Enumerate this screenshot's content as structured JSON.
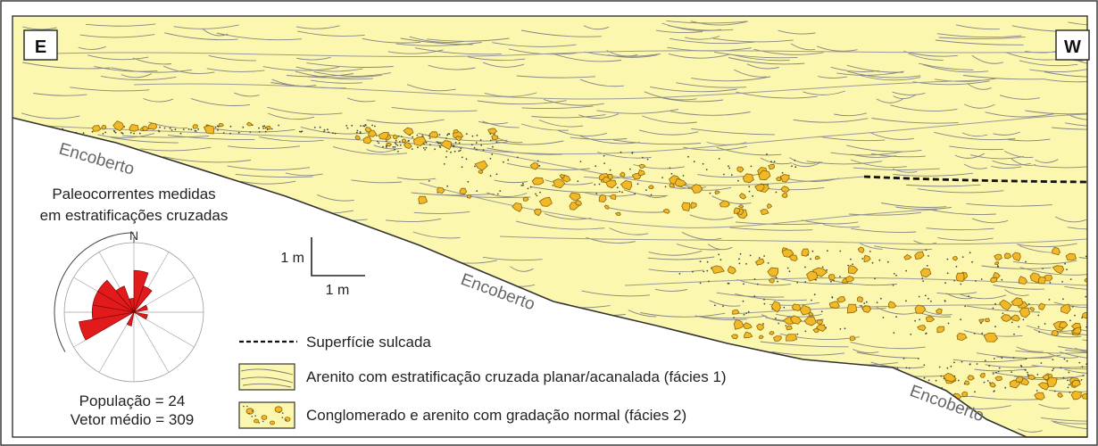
{
  "labels": {
    "east": "E",
    "west": "W",
    "covered": [
      "Encoberto",
      "Encoberto",
      "Encoberto"
    ]
  },
  "rose": {
    "title_line1": "Paleocorrentes medidas",
    "title_line2": "em estratificações cruzadas",
    "north": "N",
    "population": "População = 24",
    "mean_vector": "Vetor médio = 309",
    "petals": [
      {
        "azimuth": 10,
        "count": 3
      },
      {
        "azimuth": 30,
        "count": 2
      },
      {
        "azimuth": 70,
        "count": 1
      },
      {
        "azimuth": 110,
        "count": 1
      },
      {
        "azimuth": 200,
        "count": 1
      },
      {
        "azimuth": 250,
        "count": 4
      },
      {
        "azimuth": 270,
        "count": 3
      },
      {
        "azimuth": 290,
        "count": 3
      },
      {
        "azimuth": 310,
        "count": 3
      },
      {
        "azimuth": 330,
        "count": 2
      },
      {
        "azimuth": 350,
        "count": 1
      }
    ],
    "max_count": 5
  },
  "scale": {
    "vertical": "1 m",
    "horizontal": "1 m"
  },
  "legend": [
    {
      "key": "dashed",
      "text": "Superfície sulcada"
    },
    {
      "key": "sandstone",
      "text": "Arenito com estratificação cruzada planar/acanalada (fácies 1)"
    },
    {
      "key": "conglomerate",
      "text": "Conglomerado e arenito com gradação normal (fácies 2)"
    }
  ],
  "colors": {
    "sand": "#fcf7ae",
    "clast": "#f2b827",
    "clast_edge": "#8a6608",
    "petal": "#e11b1b",
    "frame": "#4a4a4a"
  }
}
